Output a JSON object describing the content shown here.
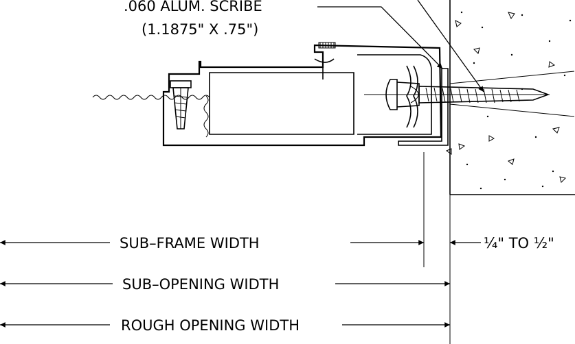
{
  "callout": {
    "line1": ".060   ALUM. SCRIBE",
    "line2": "(1.1875\" X .75\")"
  },
  "dimensions": {
    "sub_frame_width": "SUB–FRAME WIDTH",
    "gap": "¼\"  TO  ½\"",
    "sub_opening_width": "SUB–OPENING WIDTH",
    "rough_opening_width": "ROUGH OPENING WIDTH"
  },
  "colors": {
    "ink": "#000000",
    "background": "#ffffff"
  }
}
